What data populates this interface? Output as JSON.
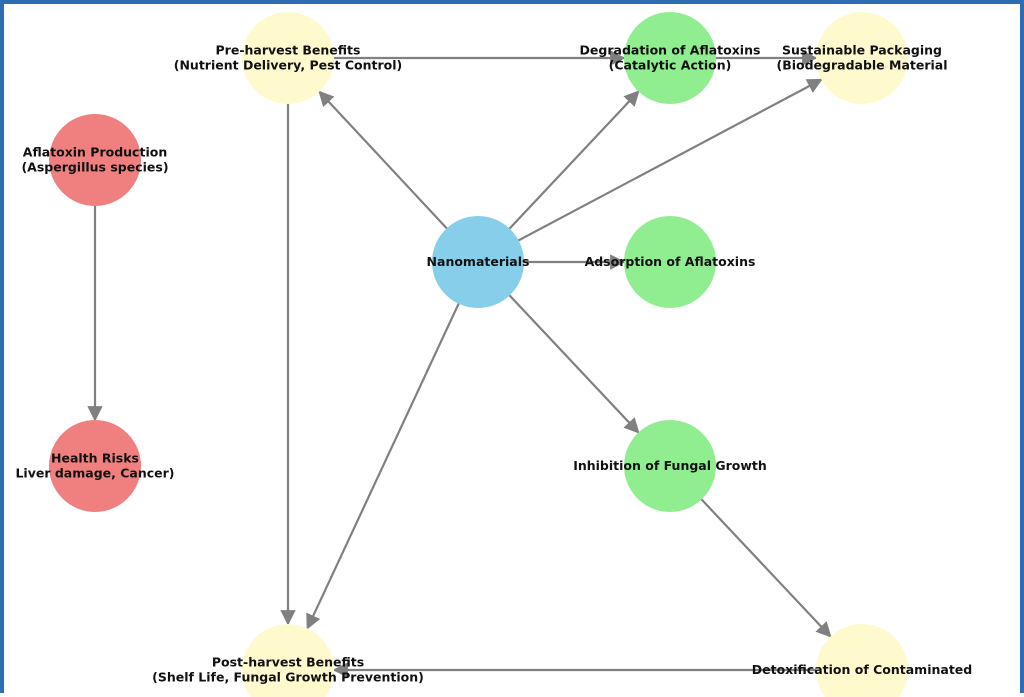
{
  "colors": {
    "hub": "#87ceeb",
    "mechanism": "#90ee90",
    "benefit": "#fffacd",
    "risk": "#f08080",
    "edge": "#808080",
    "frame": "#2f6db3"
  },
  "nodes": [
    {
      "id": "nano",
      "category": "hub",
      "lines": [
        "Nanomaterials"
      ]
    },
    {
      "id": "pre",
      "category": "benefit",
      "lines": [
        "Pre-harvest Benefits",
        "(Nutrient Delivery, Pest Control)"
      ]
    },
    {
      "id": "degr",
      "category": "mechanism",
      "lines": [
        "Degradation of Aflatoxins",
        "(Catalytic Action)"
      ]
    },
    {
      "id": "pack",
      "category": "benefit",
      "lines": [
        "Sustainable Packaging",
        "(Biodegradable Material"
      ]
    },
    {
      "id": "afl",
      "category": "risk",
      "lines": [
        "Aflatoxin Production",
        "(Aspergillus species)"
      ]
    },
    {
      "id": "ads",
      "category": "mechanism",
      "lines": [
        "Adsorption of Aflatoxins"
      ]
    },
    {
      "id": "health",
      "category": "risk",
      "lines": [
        "Health Risks",
        "Liver damage, Cancer)"
      ]
    },
    {
      "id": "inhib",
      "category": "mechanism",
      "lines": [
        "Inhibition of Fungal Growth"
      ]
    },
    {
      "id": "post",
      "category": "benefit",
      "lines": [
        "Post-harvest Benefits",
        "(Shelf Life, Fungal Growth Prevention)"
      ]
    },
    {
      "id": "detox",
      "category": "benefit",
      "lines": [
        "Detoxification of Contaminated"
      ]
    }
  ],
  "edges": [
    {
      "from": "nano",
      "to": "pre"
    },
    {
      "from": "nano",
      "to": "degr"
    },
    {
      "from": "nano",
      "to": "pack"
    },
    {
      "from": "nano",
      "to": "ads"
    },
    {
      "from": "nano",
      "to": "inhib"
    },
    {
      "from": "nano",
      "to": "post"
    },
    {
      "from": "pre",
      "to": "post"
    },
    {
      "from": "afl",
      "to": "health"
    },
    {
      "from": "inhib",
      "to": "detox"
    },
    {
      "from": "pre",
      "to": "degr"
    },
    {
      "from": "degr",
      "to": "pack"
    },
    {
      "from": "detox",
      "to": "post"
    }
  ]
}
